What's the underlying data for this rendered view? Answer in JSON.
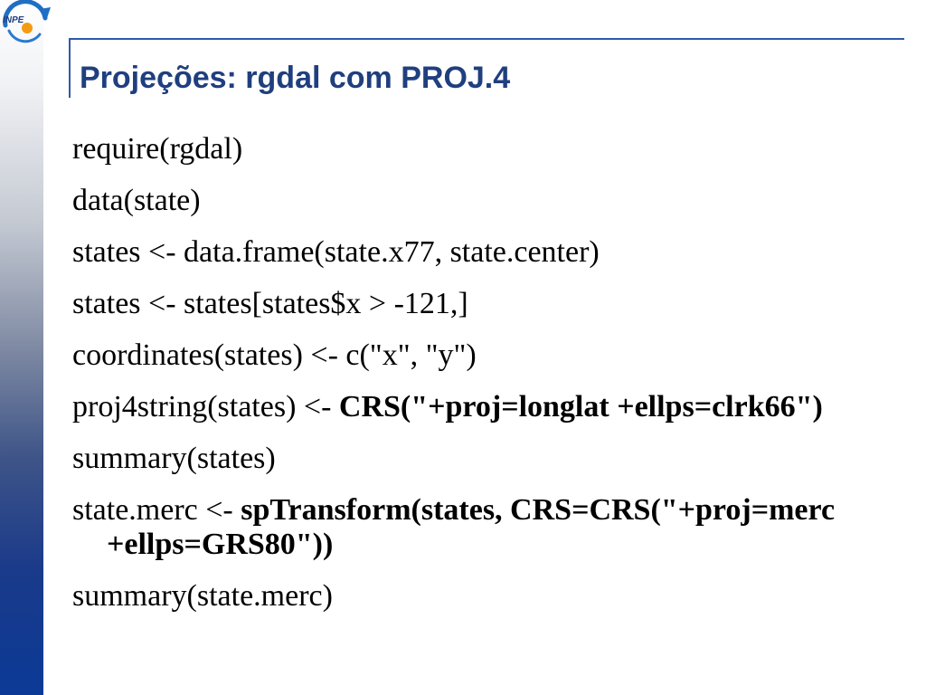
{
  "logo": {
    "text": "INPE",
    "colors": {
      "swirl": "#1f6fc4",
      "accent": "#f39c12"
    }
  },
  "title": "Projeções: rgdal com PROJ.4",
  "lines": [
    {
      "plain": "require(rgdal)",
      "bold": ""
    },
    {
      "plain": "data(state)",
      "bold": ""
    },
    {
      "plain": "states <- data.frame(state.x77, state.center)",
      "bold": ""
    },
    {
      "plain": "states <- states[states$x > -121,]",
      "bold": ""
    },
    {
      "plain": "coordinates(states) <- c(\"x\", \"y\")",
      "bold": ""
    },
    {
      "plain": "proj4string(states) <- ",
      "bold": "CRS(\"+proj=longlat +ellps=clrk66\")"
    },
    {
      "plain": "summary(states)",
      "bold": ""
    },
    {
      "plain": "state.merc <- ",
      "bold": "spTransform(states, CRS=CRS(\"+proj=merc +ellps=GRS80\"))"
    },
    {
      "plain": "summary(state.merc)",
      "bold": ""
    }
  ],
  "colors": {
    "title": "#1f3f7f",
    "rule": "#2f5aa8",
    "sidebar_bottom": "#0b3a96"
  }
}
